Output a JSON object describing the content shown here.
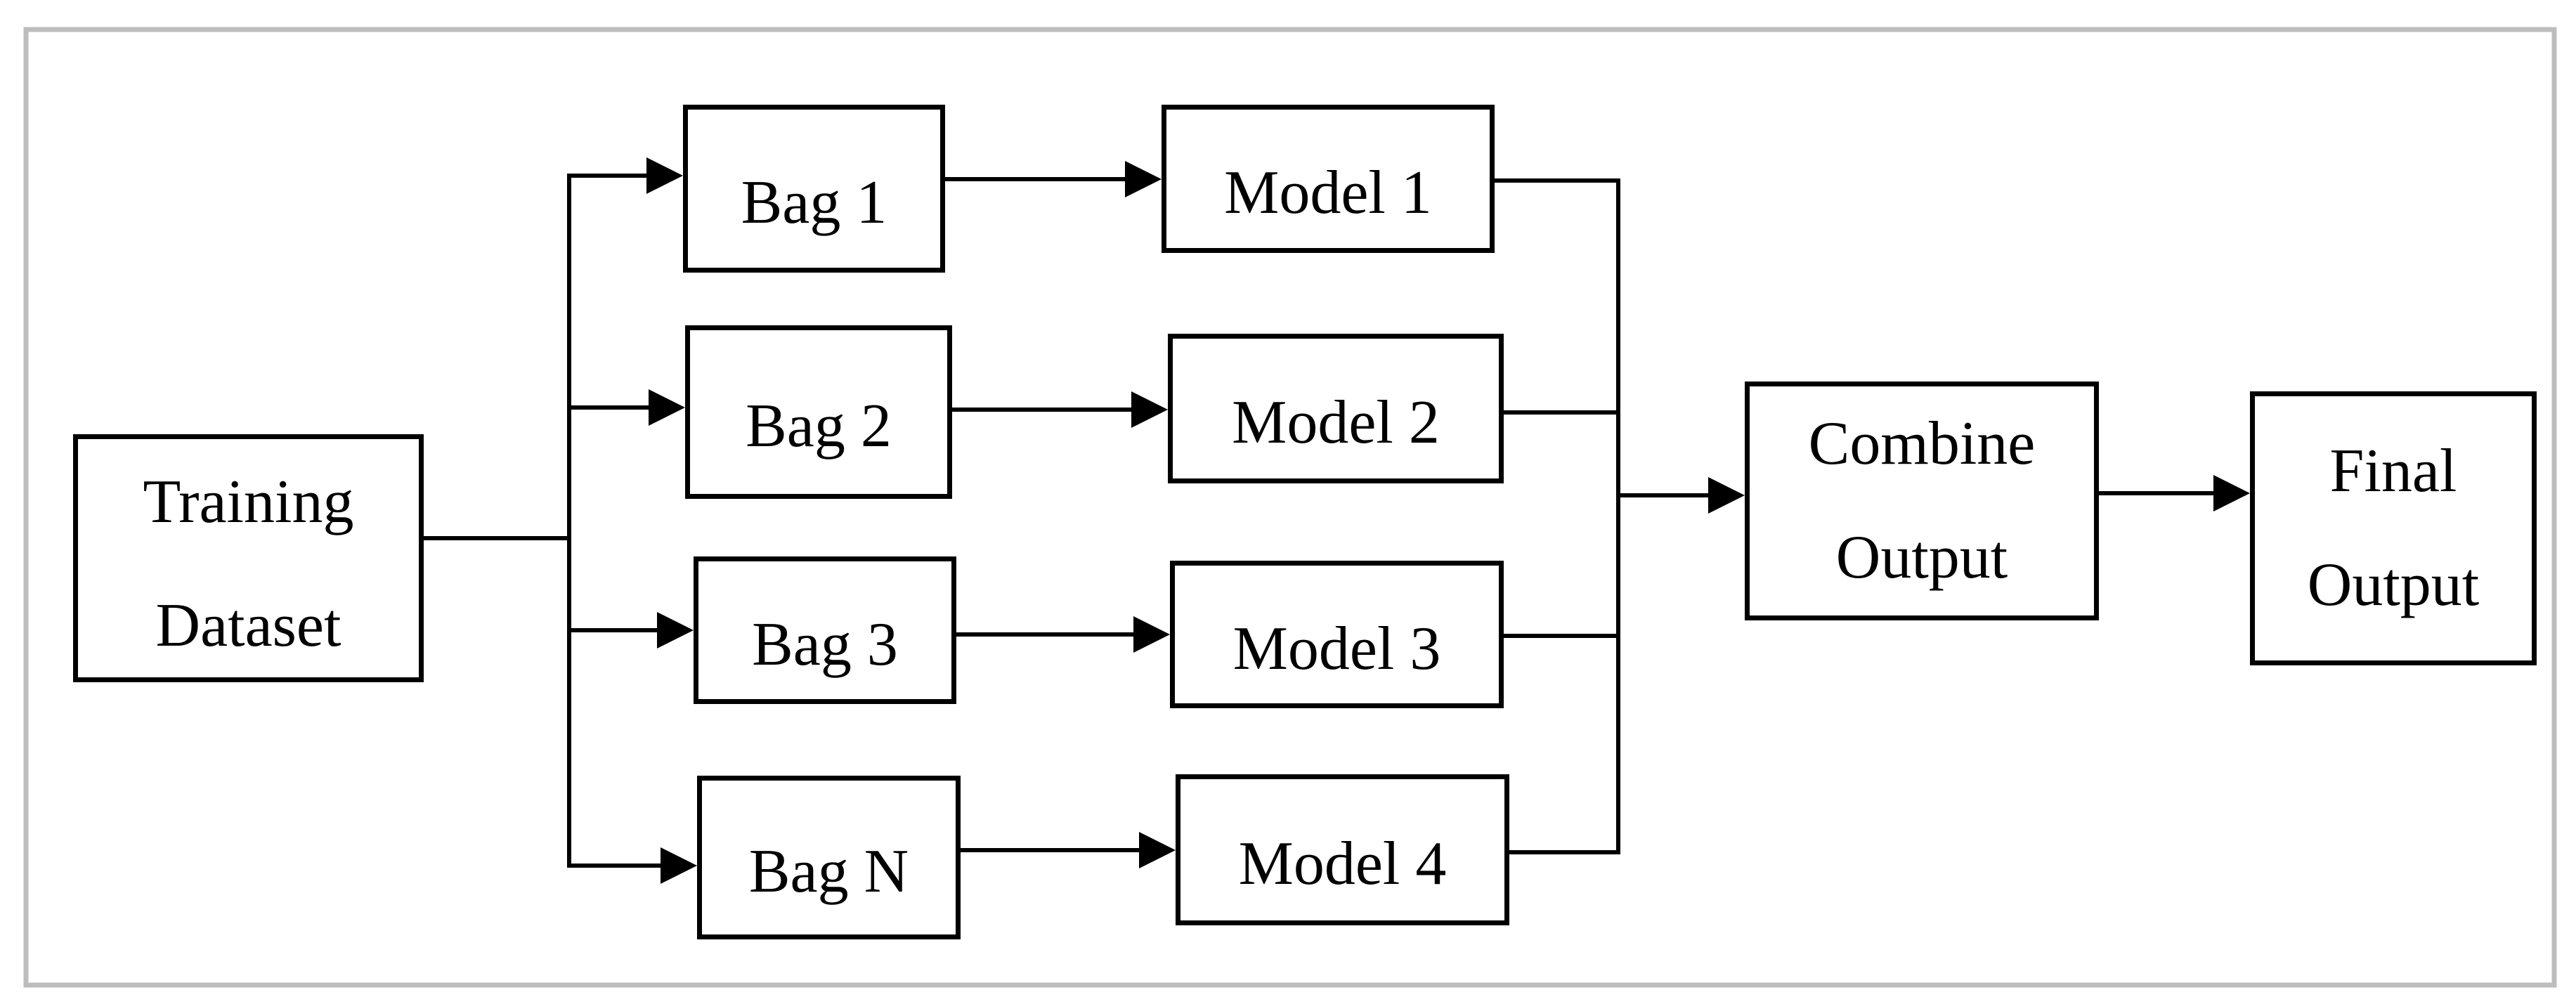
{
  "diagram": {
    "title": "Bagging ensemble flow diagram",
    "colors": {
      "background": "#ffffff",
      "frame": "#bdbdbd",
      "line": "#000000",
      "box_fill": "#ffffff",
      "text": "#000000"
    },
    "nodes": {
      "training": {
        "lines": [
          "Training",
          "Dataset"
        ]
      },
      "bag1": {
        "label": "Bag 1"
      },
      "bag2": {
        "label": "Bag 2"
      },
      "bag3": {
        "label": "Bag 3"
      },
      "bagN": {
        "label": "Bag N"
      },
      "model1": {
        "label": "Model 1"
      },
      "model2": {
        "label": "Model 2"
      },
      "model3": {
        "label": "Model 3"
      },
      "model4": {
        "label": "Model 4"
      },
      "combine": {
        "lines": [
          "Combine",
          "Output"
        ]
      },
      "final": {
        "lines": [
          "Final",
          "Output"
        ]
      }
    },
    "edges": [
      {
        "from": "Training Dataset",
        "to": "Bag 1",
        "arrow": true
      },
      {
        "from": "Training Dataset",
        "to": "Bag 2",
        "arrow": true
      },
      {
        "from": "Training Dataset",
        "to": "Bag 3",
        "arrow": true
      },
      {
        "from": "Training Dataset",
        "to": "Bag N",
        "arrow": true
      },
      {
        "from": "Bag 1",
        "to": "Model 1",
        "arrow": true
      },
      {
        "from": "Bag 2",
        "to": "Model 2",
        "arrow": true
      },
      {
        "from": "Bag 3",
        "to": "Model 3",
        "arrow": true
      },
      {
        "from": "Bag N",
        "to": "Model 4",
        "arrow": true
      },
      {
        "from": "Model 1",
        "to": "Combine Output",
        "arrow": true
      },
      {
        "from": "Model 2",
        "to": "Combine Output",
        "arrow": true
      },
      {
        "from": "Model 3",
        "to": "Combine Output",
        "arrow": true
      },
      {
        "from": "Model 4",
        "to": "Combine Output",
        "arrow": true
      },
      {
        "from": "Combine Output",
        "to": "Final Output",
        "arrow": true
      }
    ]
  }
}
